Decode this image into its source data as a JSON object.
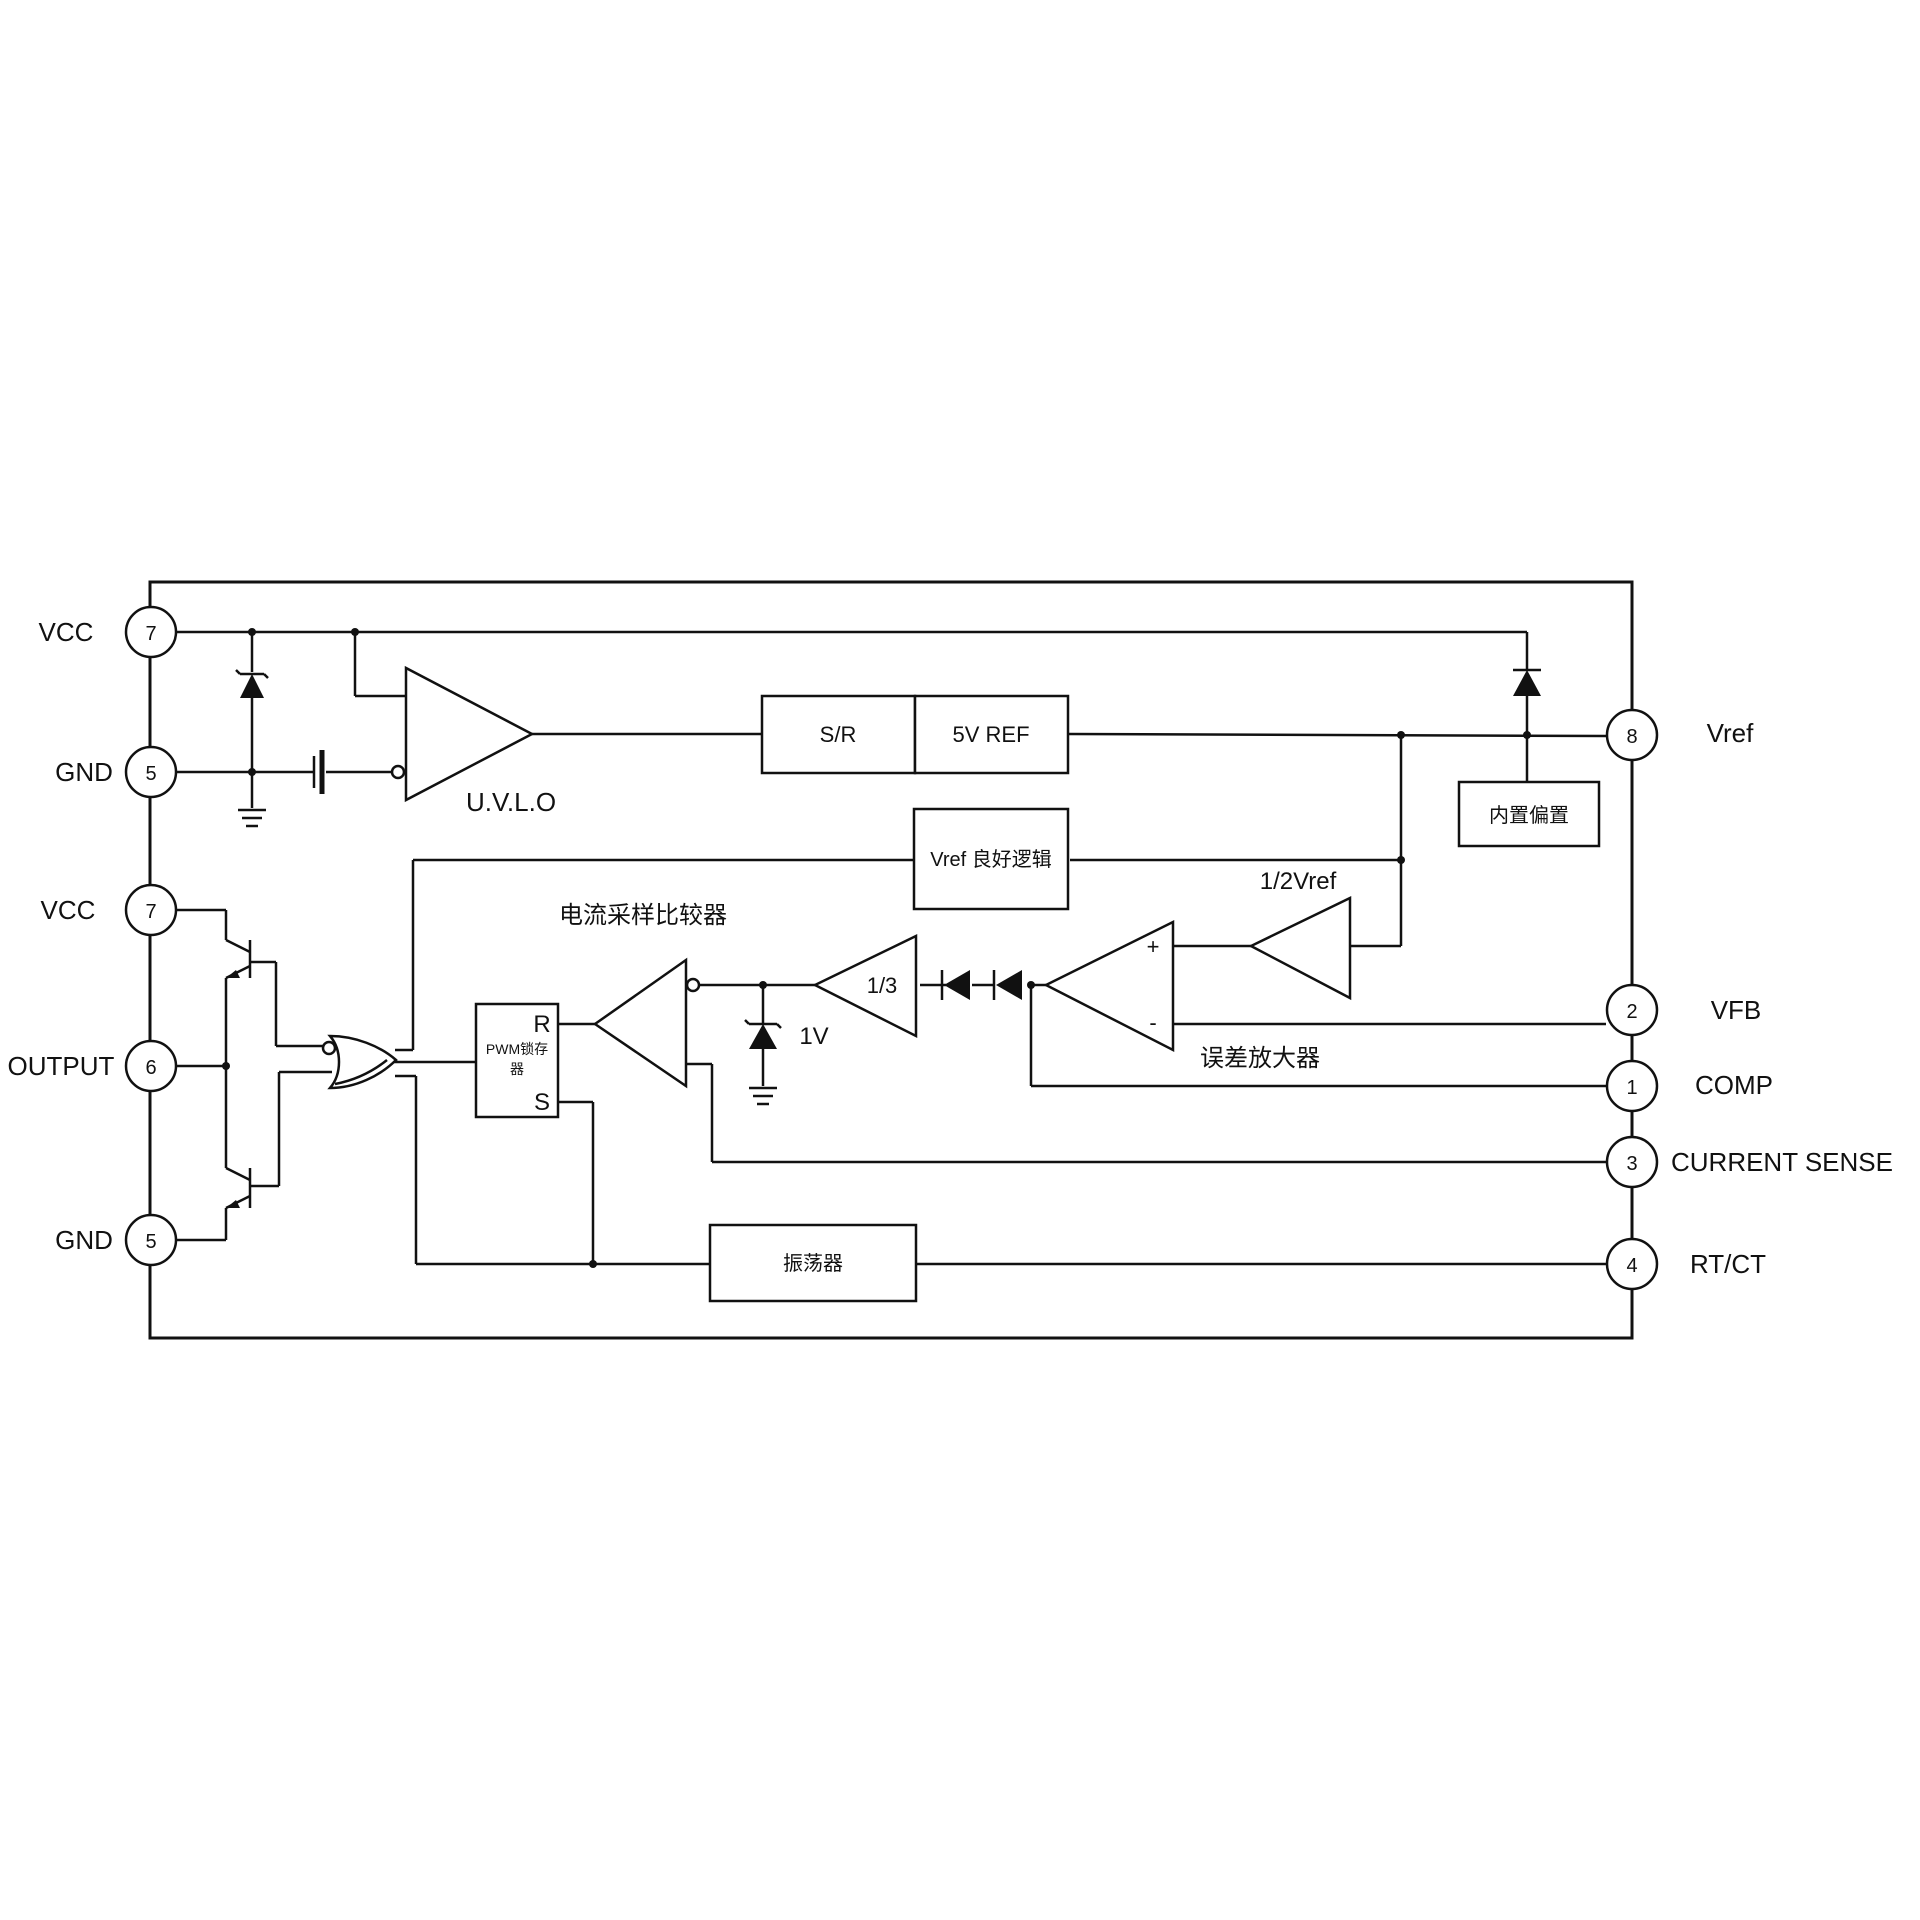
{
  "pins": {
    "vcc_top": {
      "number": "7",
      "name": "VCC"
    },
    "gnd_top": {
      "number": "5",
      "name": "GND"
    },
    "vcc_mid": {
      "number": "7",
      "name": "VCC"
    },
    "output": {
      "number": "6",
      "name": "OUTPUT"
    },
    "gnd_bottom": {
      "number": "5",
      "name": "GND"
    },
    "vref": {
      "number": "8",
      "name": "Vref"
    },
    "vfb": {
      "number": "2",
      "name": "VFB"
    },
    "comp": {
      "number": "1",
      "name": "COMP"
    },
    "current_sense": {
      "number": "3",
      "name": "CURRENT SENSE"
    },
    "rt_ct": {
      "number": "4",
      "name": "RT/CT"
    }
  },
  "blocks": {
    "sr": "S/R",
    "ref5v": "5V REF",
    "internal_bias": "内置偏置",
    "vref_good": "Vref 良好逻辑",
    "pwm_latch": {
      "r": "R",
      "s": "S",
      "name_line1": "PWM锁存",
      "name_line2": "器"
    },
    "oscillator": "振荡器"
  },
  "labels": {
    "uvlo": "U.V.L.O",
    "half_vref": "1/2Vref",
    "current_comparator": "电流采样比较器",
    "divider": "1/3",
    "one_volt": "1V",
    "error_amp": "误差放大器",
    "plus": "+",
    "minus": "-"
  }
}
